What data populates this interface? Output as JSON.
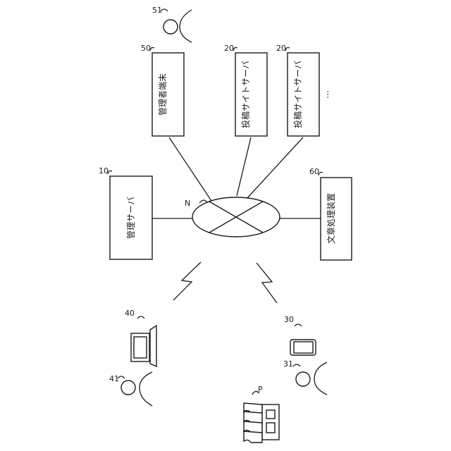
{
  "refs": {
    "admin_user": "51",
    "admin_terminal": "50",
    "posting_server_1": "20",
    "posting_server_2": "20",
    "management_server": "10",
    "network": "N",
    "document_processor": "60",
    "pc_terminal": "40",
    "pc_user": "41",
    "smartphone": "30",
    "smartphone_user": "31",
    "store": "P"
  },
  "labels": {
    "admin_terminal": "管理者端末",
    "posting_server_1": "投稿サイトサーバ",
    "posting_server_2": "投稿サイトサーバ",
    "management_server": "管理サーバ",
    "document_processor": "文章処理装置",
    "more": "…"
  }
}
